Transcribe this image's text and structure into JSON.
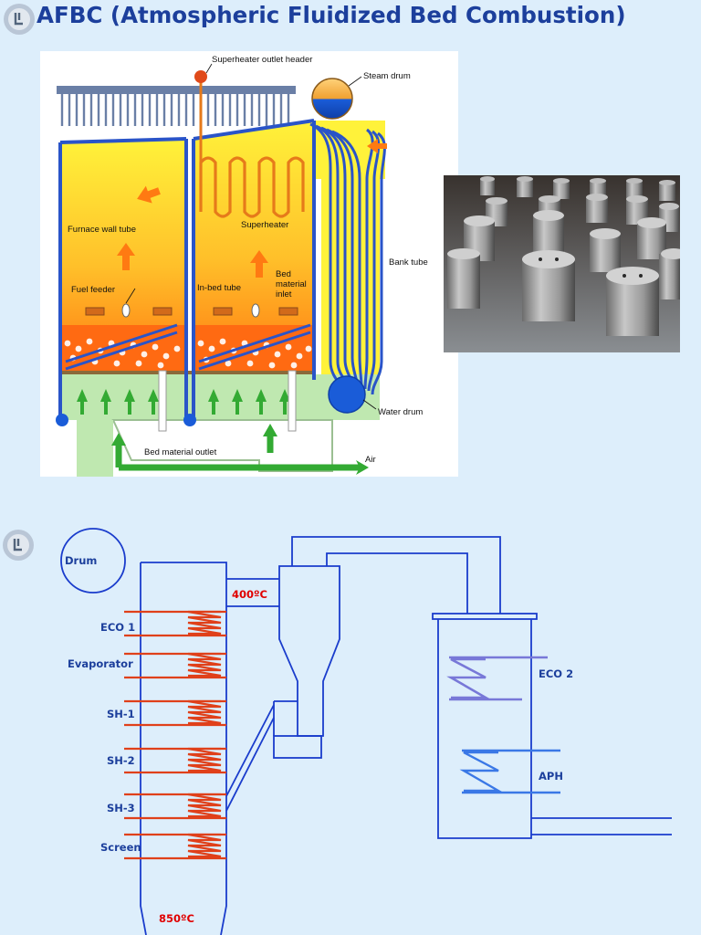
{
  "page": {
    "title": "AFBC (Atmospheric Fluidized Bed Combustion)",
    "bullet_icon": "slide-bullet-icon"
  },
  "boiler_illustration": {
    "labels": {
      "superheater_outlet_header": "Superheater outlet header",
      "steam_drum": "Steam drum",
      "furnace_wall_tube": "Furnace wall tube",
      "superheater": "Superheater",
      "bank_tube": "Bank tube",
      "fuel_feeder": "Fuel feeder",
      "in_bed_tube": "In-bed tube",
      "bed_material_inlet_1": "Bed",
      "bed_material_inlet_2": "material",
      "bed_material_inlet_3": "inlet",
      "water_drum": "Water drum",
      "bed_material_outlet": "Bed material outlet",
      "air": "Air"
    }
  },
  "nozzle_photo": {
    "icon": "air-nozzle-grid-photo"
  },
  "flow_diagram": {
    "labels": {
      "drum": "Drum",
      "temp_top": "400ºC",
      "temp_bottom": "850ºC",
      "eco1": "ECO 1",
      "evaporator": "Evaporator",
      "sh1": "SH-1",
      "sh2": "SH-2",
      "sh3": "SH-3",
      "screen": "Screen",
      "eco2": "ECO 2",
      "aph": "APH"
    },
    "colors": {
      "line": "#1a3ccc",
      "coil": "#e0401a",
      "eco2": "#7878d8",
      "aph": "#3a78e6",
      "temperature": "#e00000",
      "label": "#1c3f9c"
    }
  }
}
